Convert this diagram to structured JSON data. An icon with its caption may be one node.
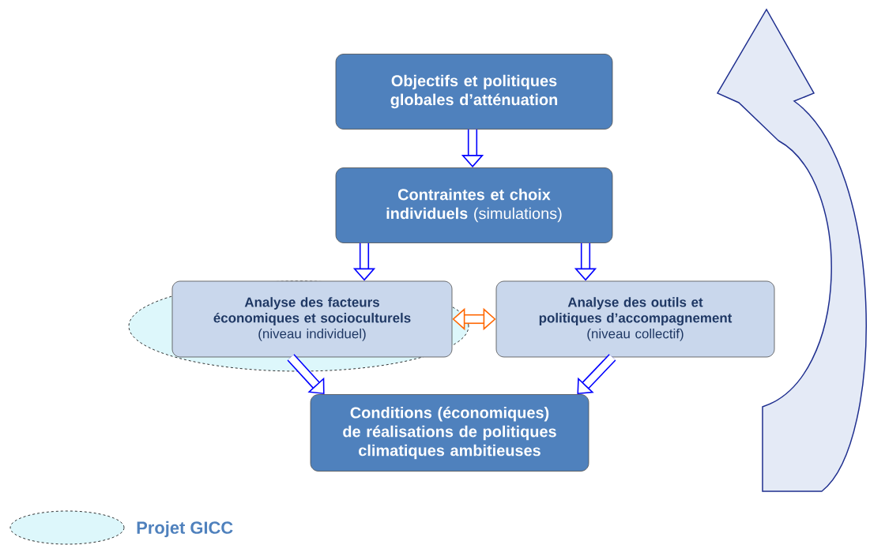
{
  "diagram": {
    "nodes": [
      {
        "text": [
          "Objectifs et politiques globales d’atténuation"
        ]
      },
      {
        "text": [
          "**Contraintes et choix individuels** (simulations)"
        ]
      },
      {
        "text": [
          "**Analyse des facteurs économiques et socioculturels** (niveau individuel)"
        ]
      },
      {
        "text": [
          "**Analyse des outils et politiques d’accompagnement** (niveau collectif)"
        ]
      },
      {
        "text": [
          "Conditions (économiques) de réalisations de politiques climatiques ambitieuses"
        ]
      }
    ],
    "edges": [
      {
        "from": 0,
        "to": 1,
        "arrow": "to"
      },
      {
        "from": 1,
        "to": 2,
        "arrow": "to"
      },
      {
        "from": 1,
        "to": 3,
        "arrow": "to"
      },
      {
        "from": 2,
        "to": 3,
        "arrow": "both",
        "color": "#ff6600"
      },
      {
        "from": 2,
        "to": 4,
        "arrow": "to"
      },
      {
        "from": 3,
        "to": 4,
        "arrow": "to"
      }
    ],
    "legend": [
      {
        "text": "Projet GICC",
        "color": "#ddf7fb"
      }
    ]
  }
}
